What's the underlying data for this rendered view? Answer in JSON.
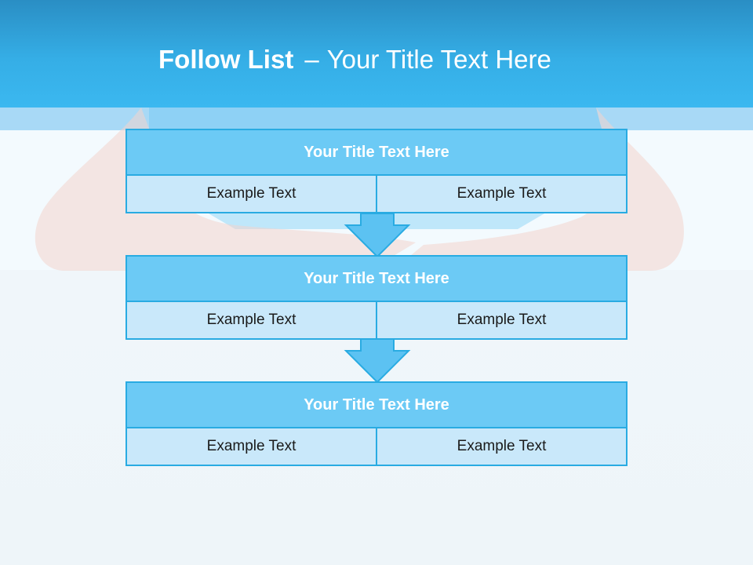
{
  "title": {
    "bold": "Follow List",
    "dash": "–",
    "rest": "Your Title Text Here"
  },
  "boxes": [
    {
      "title": "Your Title Text Here",
      "left": "Example Text",
      "right": "Example Text"
    },
    {
      "title": "Your Title Text Here",
      "left": "Example Text",
      "right": "Example Text"
    },
    {
      "title": "Your Title Text Here",
      "left": "Example Text",
      "right": "Example Text"
    }
  ],
  "colors": {
    "header": "#3bb8f0",
    "box_title_fill": "#6ccaf5",
    "box_cell_fill": "#c9e8fa",
    "border": "#29abe2"
  }
}
